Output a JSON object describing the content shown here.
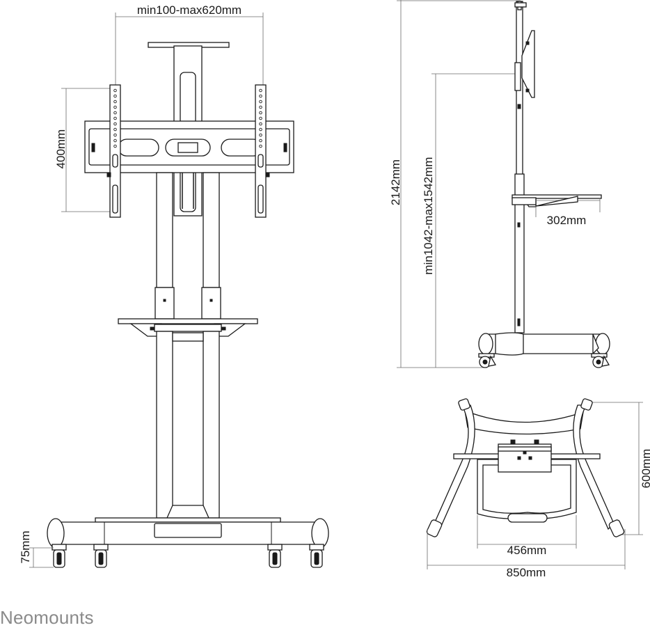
{
  "dimensions": {
    "width_range": "min100-max620mm",
    "vesa_height": "400mm",
    "caster_height": "75mm",
    "total_height": "2142mm",
    "screen_height_range": "min1042-max1542mm",
    "shelf_depth": "302mm",
    "base_depth": "600mm",
    "inner_width": "456mm",
    "base_width": "850mm"
  },
  "brand": "Neomounts"
}
